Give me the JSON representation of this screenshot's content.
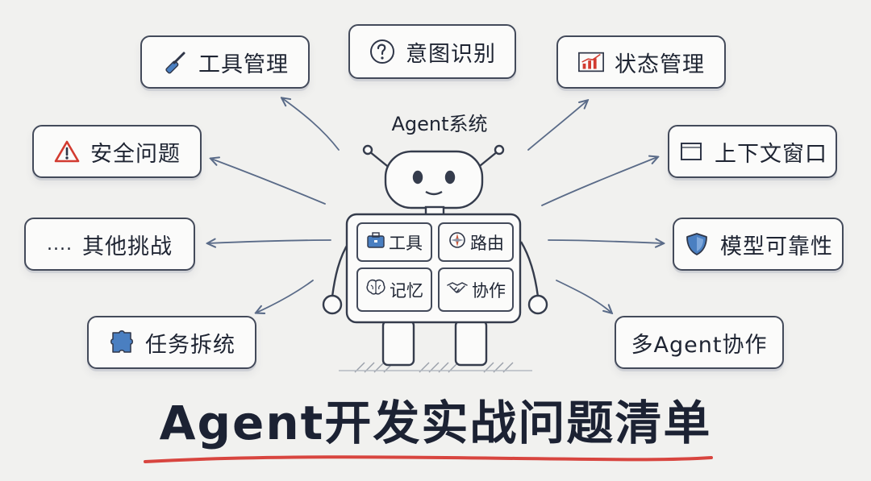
{
  "center": {
    "label": "Agent系统",
    "modules": [
      {
        "label": "工具",
        "icon": "toolbox-icon"
      },
      {
        "label": "路由",
        "icon": "compass-icon"
      },
      {
        "label": "记忆",
        "icon": "brain-icon"
      },
      {
        "label": "协作",
        "icon": "handshake-icon"
      }
    ]
  },
  "topics": [
    {
      "label": "工具管理",
      "icon": "hammer-icon"
    },
    {
      "label": "意图识别",
      "icon": "question-icon"
    },
    {
      "label": "状态管理",
      "icon": "chart-icon"
    },
    {
      "label": "安全问题",
      "icon": "warning-icon"
    },
    {
      "label": "上下文窗口",
      "icon": "window-icon"
    },
    {
      "label": "其他挑战",
      "icon": "ellipsis",
      "prefix": "...."
    },
    {
      "label": "模型可靠性",
      "icon": "shield-icon"
    },
    {
      "label": "任务拆统",
      "icon": "puzzle-icon"
    },
    {
      "label": "多Agent协作"
    }
  ],
  "title": "Agent开发实战问题清单",
  "colors": {
    "ink": "#1e2432",
    "card_border": "#434a5a",
    "arrow": "#5a6b88",
    "accent_blue": "#4a7fc1",
    "underline_red": "#d8453f",
    "warning_red": "#d23b30"
  }
}
